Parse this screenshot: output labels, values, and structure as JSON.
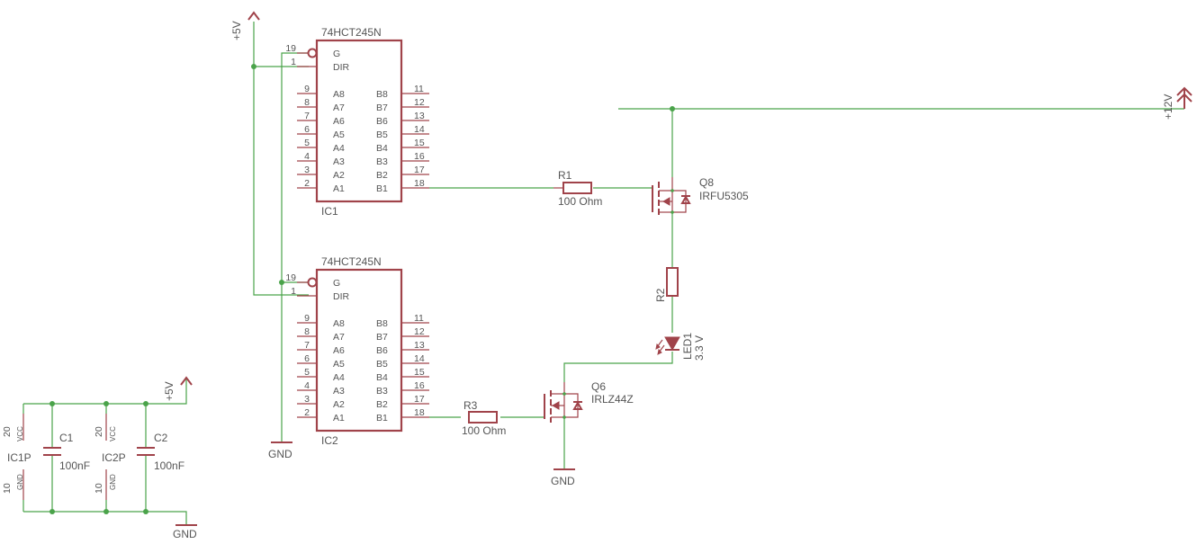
{
  "ics": [
    {
      "ref": "IC1",
      "part": "74HCT245N",
      "ctrl_pins": [
        {
          "num": "19",
          "name": "G"
        },
        {
          "num": "1",
          "name": "DIR"
        }
      ],
      "a_pins": [
        {
          "num": "9",
          "name": "A8"
        },
        {
          "num": "8",
          "name": "A7"
        },
        {
          "num": "7",
          "name": "A6"
        },
        {
          "num": "6",
          "name": "A5"
        },
        {
          "num": "5",
          "name": "A4"
        },
        {
          "num": "4",
          "name": "A3"
        },
        {
          "num": "3",
          "name": "A2"
        },
        {
          "num": "2",
          "name": "A1"
        }
      ],
      "b_pins": [
        {
          "num": "11",
          "name": "B8"
        },
        {
          "num": "12",
          "name": "B7"
        },
        {
          "num": "13",
          "name": "B6"
        },
        {
          "num": "14",
          "name": "B5"
        },
        {
          "num": "15",
          "name": "B4"
        },
        {
          "num": "16",
          "name": "B3"
        },
        {
          "num": "17",
          "name": "B2"
        },
        {
          "num": "18",
          "name": "B1"
        }
      ]
    },
    {
      "ref": "IC2",
      "part": "74HCT245N",
      "ctrl_pins": [
        {
          "num": "19",
          "name": "G"
        },
        {
          "num": "1",
          "name": "DIR"
        }
      ],
      "a_pins": [
        {
          "num": "9",
          "name": "A8"
        },
        {
          "num": "8",
          "name": "A7"
        },
        {
          "num": "7",
          "name": "A6"
        },
        {
          "num": "6",
          "name": "A5"
        },
        {
          "num": "5",
          "name": "A4"
        },
        {
          "num": "4",
          "name": "A3"
        },
        {
          "num": "3",
          "name": "A2"
        },
        {
          "num": "2",
          "name": "A1"
        }
      ],
      "b_pins": [
        {
          "num": "11",
          "name": "B8"
        },
        {
          "num": "12",
          "name": "B7"
        },
        {
          "num": "13",
          "name": "B6"
        },
        {
          "num": "14",
          "name": "B5"
        },
        {
          "num": "15",
          "name": "B4"
        },
        {
          "num": "16",
          "name": "B3"
        },
        {
          "num": "17",
          "name": "B2"
        },
        {
          "num": "18",
          "name": "B1"
        }
      ]
    }
  ],
  "power": {
    "vcc_top": "+5V",
    "vcc_caps": "+5V",
    "v12": "+12V",
    "gnd_ic": "GND",
    "gnd_q6": "GND",
    "gnd_caps": "GND"
  },
  "resistors": {
    "r1": {
      "ref": "R1",
      "value": "100 Ohm"
    },
    "r2": {
      "ref": "R2"
    },
    "r3": {
      "ref": "R3",
      "value": "100 Ohm"
    }
  },
  "transistors": {
    "q8": {
      "ref": "Q8",
      "part": "IRFU5305"
    },
    "q6": {
      "ref": "Q6",
      "part": "IRLZ44Z"
    }
  },
  "led": {
    "ref": "LED1",
    "value": "3.3 V"
  },
  "caps": {
    "c1": {
      "ref": "C1",
      "value": "100nF"
    },
    "c2": {
      "ref": "C2",
      "value": "100nF"
    }
  },
  "power_pins": {
    "ic1p": {
      "ref": "IC1P",
      "vcc_num": "20",
      "vcc_name": "VCC",
      "gnd_num": "10",
      "gnd_name": "GND"
    },
    "ic2p": {
      "ref": "IC2P",
      "vcc_num": "20",
      "vcc_name": "VCC",
      "gnd_num": "10",
      "gnd_name": "GND"
    }
  }
}
